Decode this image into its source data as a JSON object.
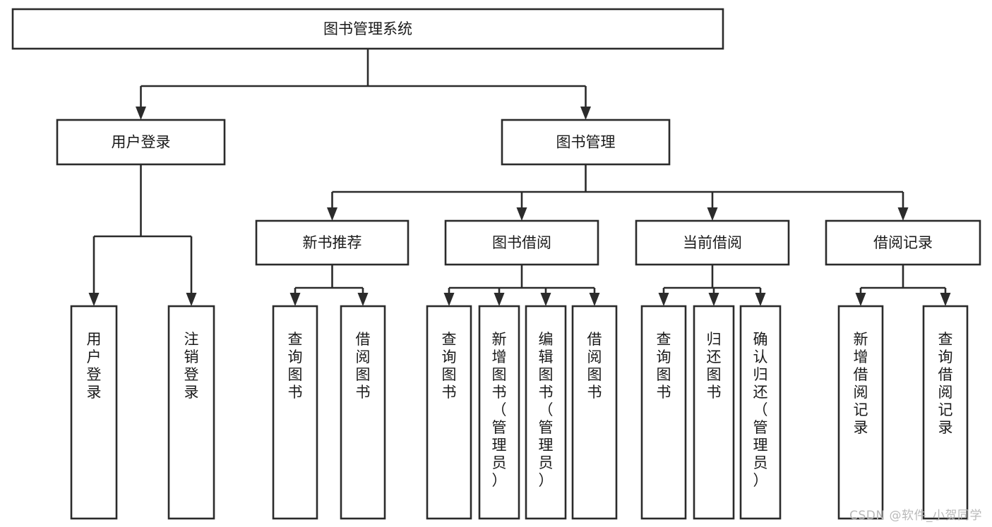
{
  "diagram": {
    "type": "tree",
    "title": "图书管理系统",
    "watermark": "CSDN @软件_小贺同学",
    "colors": {
      "box_fill": "#ffffff",
      "box_stroke": "#2b2b2b",
      "text": "#1a1a1a",
      "background": "#ffffff",
      "watermark": "#b9b9b9"
    },
    "levels": {
      "root": {
        "label": "图书管理系统"
      },
      "level2": [
        {
          "label": "用户登录"
        },
        {
          "label": "图书管理"
        }
      ],
      "level3": [
        {
          "label": "新书推荐"
        },
        {
          "label": "图书借阅"
        },
        {
          "label": "当前借阅"
        },
        {
          "label": "借阅记录"
        }
      ],
      "leaves": [
        {
          "label": "用户登录",
          "parent": "用户登录"
        },
        {
          "label": "注销登录",
          "parent": "用户登录"
        },
        {
          "label": "查询图书",
          "parent": "新书推荐"
        },
        {
          "label": "借阅图书",
          "parent": "新书推荐"
        },
        {
          "label": "查询图书",
          "parent": "图书借阅"
        },
        {
          "label": "新增图书（管理员）",
          "parent": "图书借阅"
        },
        {
          "label": "编辑图书（管理员）",
          "parent": "图书借阅"
        },
        {
          "label": "借阅图书",
          "parent": "图书借阅"
        },
        {
          "label": "查询图书",
          "parent": "当前借阅"
        },
        {
          "label": "归还图书",
          "parent": "当前借阅"
        },
        {
          "label": "确认归还（管理员）",
          "parent": "当前借阅"
        },
        {
          "label": "新增借阅记录",
          "parent": "借阅记录"
        },
        {
          "label": "查询借阅记录",
          "parent": "借阅记录"
        }
      ]
    }
  }
}
